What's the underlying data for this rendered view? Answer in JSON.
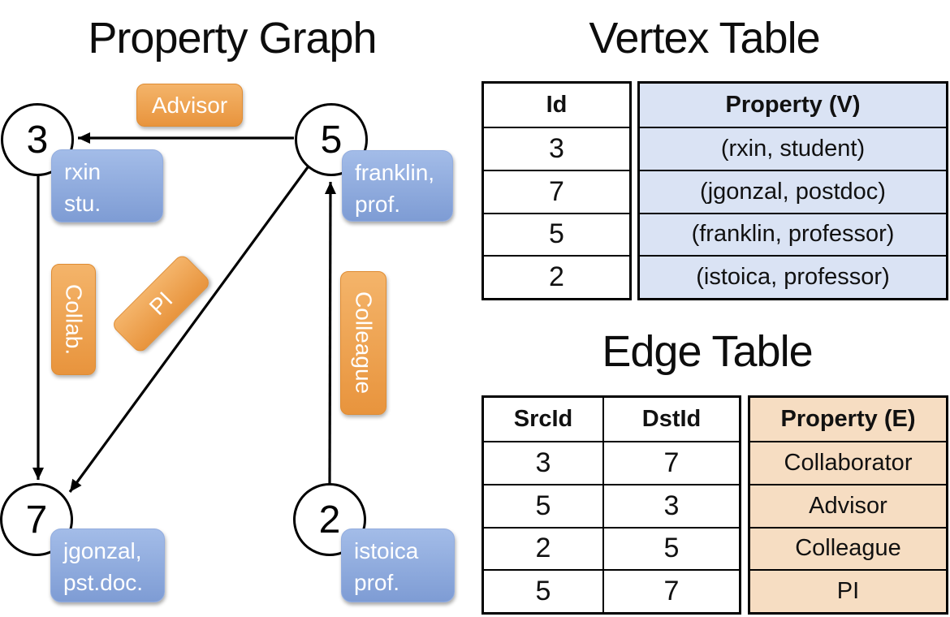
{
  "titles": {
    "graph": "Property Graph",
    "vertex_table": "Vertex Table",
    "edge_table": "Edge Table"
  },
  "graph": {
    "nodes": [
      {
        "id": "3"
      },
      {
        "id": "5"
      },
      {
        "id": "7"
      },
      {
        "id": "2"
      }
    ],
    "node_props": [
      {
        "line1": "rxin",
        "line2": "stu."
      },
      {
        "line1": "franklin,",
        "line2": "prof."
      },
      {
        "line1": "jgonzal,",
        "line2": "pst.doc."
      },
      {
        "line1": "istoica",
        "line2": "prof."
      }
    ],
    "edge_labels": [
      {
        "label": "Advisor"
      },
      {
        "label": "Collab."
      },
      {
        "label": "PI"
      },
      {
        "label": "Colleague"
      }
    ],
    "edges": [
      {
        "from": "5",
        "to": "3",
        "label": "Advisor"
      },
      {
        "from": "3",
        "to": "7",
        "label": "Collab."
      },
      {
        "from": "5",
        "to": "7",
        "label": "PI"
      },
      {
        "from": "2",
        "to": "5",
        "label": "Colleague"
      }
    ]
  },
  "vertex_table": {
    "headers": {
      "id": "Id",
      "property": "Property (V)"
    },
    "rows": [
      {
        "id": "3",
        "property": "(rxin, student)"
      },
      {
        "id": "7",
        "property": "(jgonzal, postdoc)"
      },
      {
        "id": "5",
        "property": "(franklin, professor)"
      },
      {
        "id": "2",
        "property": "(istoica, professor)"
      }
    ]
  },
  "edge_table": {
    "headers": {
      "src": "SrcId",
      "dst": "DstId",
      "property": "Property (E)"
    },
    "rows": [
      {
        "src": "3",
        "dst": "7",
        "property": "Collaborator"
      },
      {
        "src": "5",
        "dst": "3",
        "property": "Advisor"
      },
      {
        "src": "2",
        "dst": "5",
        "property": "Colleague"
      },
      {
        "src": "5",
        "dst": "7",
        "property": "PI"
      }
    ]
  },
  "colors": {
    "edge_label_orange": "#ECA14E",
    "node_prop_blue": "#8CA7DB",
    "vertex_property_cell": "#DAE3F4",
    "edge_property_cell": "#F6DDC2",
    "line": "#000000"
  }
}
